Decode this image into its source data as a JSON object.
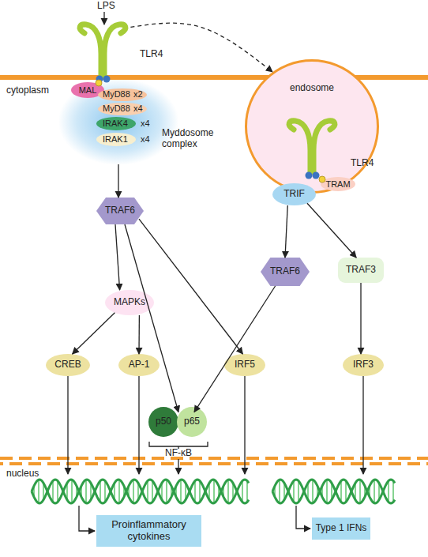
{
  "diagram": {
    "nodes": [
      {
        "text": [
          "TLR4"
        ]
      },
      {
        "text": [
          "Myddosome complex"
        ]
      },
      {
        "text": [
          "MAL"
        ],
        "in": 1
      },
      {
        "text": [
          "MyD88",
          "x2"
        ],
        "in": 1
      },
      {
        "text": [
          "MyD88",
          "x4"
        ],
        "in": 1
      },
      {
        "text": [
          "IRAK4",
          "x4"
        ],
        "in": 1
      },
      {
        "text": [
          "IRAK1",
          "x4"
        ],
        "in": 1
      },
      {
        "text": [
          "endosome"
        ]
      },
      {
        "text": [
          "TLR4"
        ],
        "in": 7
      },
      {
        "text": [
          "TRAM"
        ]
      },
      {
        "text": [
          "TRIF"
        ]
      },
      {
        "text": [
          "TRAF6"
        ]
      },
      {
        "text": [
          "MAPKs"
        ]
      },
      {
        "text": [
          "TRAF6"
        ]
      },
      {
        "text": [
          "TRAF3"
        ]
      },
      {
        "text": [
          "CREB"
        ]
      },
      {
        "text": [
          "AP-1"
        ]
      },
      {
        "text": [
          "IRF5"
        ]
      },
      {
        "text": [
          "NF-κB"
        ]
      },
      {
        "text": [
          "p50"
        ],
        "in": 18
      },
      {
        "text": [
          "p65"
        ],
        "in": 18
      },
      {
        "text": [
          "IRF3"
        ]
      },
      {
        "text": [
          "Proinflammatory cytokines"
        ]
      },
      {
        "text": [
          "Type 1 IFNs"
        ]
      }
    ],
    "edges": [
      {
        "from": 0,
        "to": 7,
        "arrow": "to"
      },
      {
        "from": 1,
        "to": 11,
        "arrow": "to"
      },
      {
        "from": 11,
        "to": 12,
        "arrow": "to"
      },
      {
        "from": 11,
        "to": 18,
        "arrow": "to"
      },
      {
        "from": 11,
        "to": 17,
        "arrow": "to"
      },
      {
        "from": 12,
        "to": 15,
        "arrow": "to"
      },
      {
        "from": 12,
        "to": 16,
        "arrow": "to"
      },
      {
        "from": 10,
        "to": 13,
        "arrow": "to"
      },
      {
        "from": 10,
        "to": 14,
        "arrow": "to"
      },
      {
        "from": 13,
        "to": 18,
        "arrow": "to"
      },
      {
        "from": 14,
        "to": 21,
        "arrow": "to"
      },
      {
        "from": 15,
        "to": 22,
        "arrow": "to"
      },
      {
        "from": 16,
        "to": 22,
        "arrow": "to"
      },
      {
        "from": 18,
        "to": 22,
        "arrow": "to"
      },
      {
        "from": 17,
        "to": 22,
        "arrow": "to"
      },
      {
        "from": 21,
        "to": 23,
        "arrow": "to"
      }
    ],
    "labels": [
      "LPS",
      "cytoplasm",
      "nucleus"
    ]
  }
}
